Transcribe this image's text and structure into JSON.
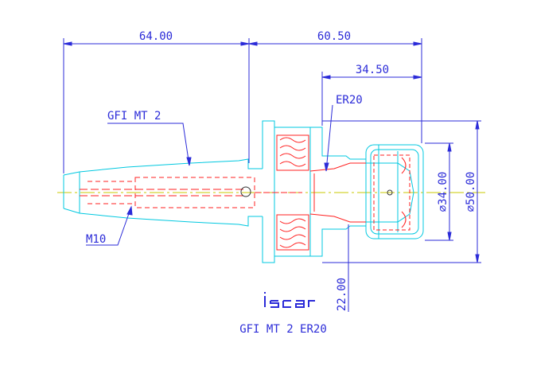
{
  "dimensions": {
    "overall_left": "64.00",
    "overall_right": "60.50",
    "collet_length": "34.50",
    "dia_small": "⌀34.00",
    "dia_large": "⌀50.00",
    "height": "22.00"
  },
  "labels": {
    "shank": "GFI MT 2",
    "collet": "ER20",
    "thread": "M10",
    "title": "GFI MT 2 ER20"
  },
  "logo": {
    "text": "iscar"
  },
  "colors": {
    "dimension": "#2b2bd8",
    "outline": "#00c8e0",
    "hidden": "#ff2020",
    "center": "#c8c800",
    "logo": "#2b2bd8"
  }
}
